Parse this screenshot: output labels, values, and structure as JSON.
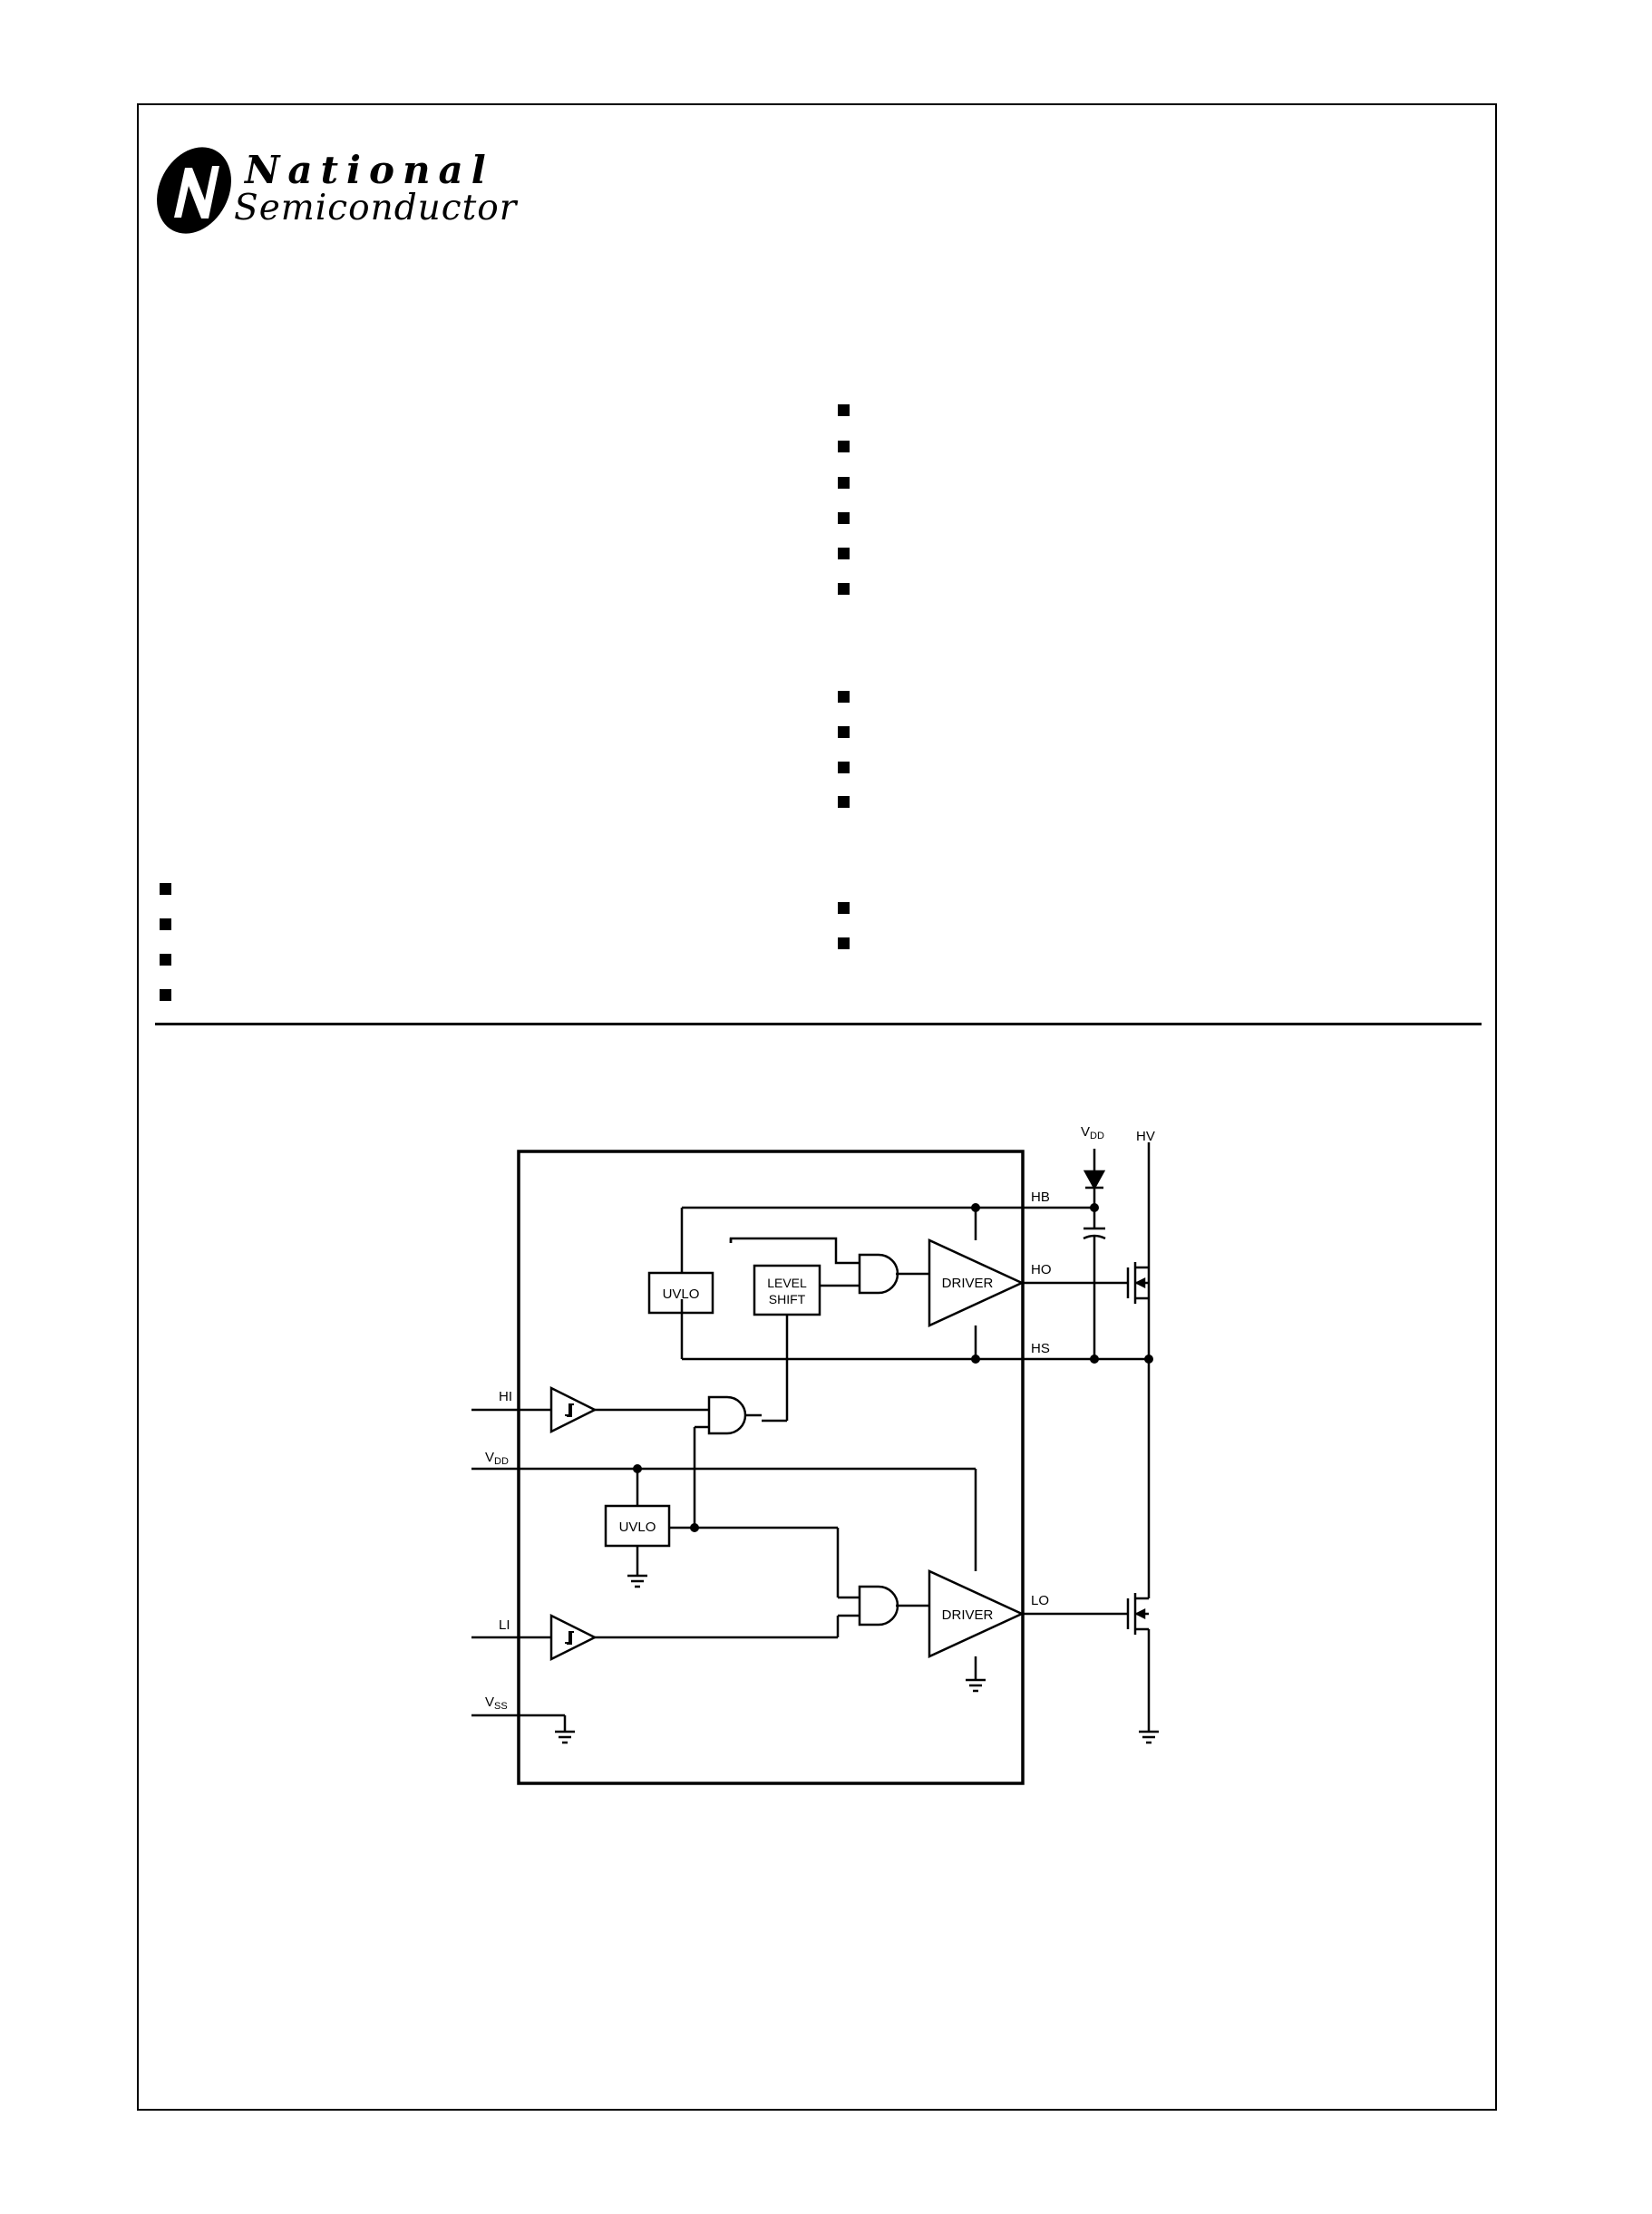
{
  "logo": {
    "line1": "National",
    "line2": "Semiconductor"
  },
  "bullets": {
    "right_group_1_count": 6,
    "right_group_2_count": 4,
    "right_group_3_count": 2,
    "left_group_count": 4
  },
  "diagram": {
    "blocks": {
      "uvlo_high": "UVLO",
      "level_shift_line1": "LEVEL",
      "level_shift_line2": "SHIFT",
      "driver_high": "DRIVER",
      "uvlo_low": "UVLO",
      "driver_low": "DRIVER"
    },
    "pins": {
      "hb": "HB",
      "ho": "HO",
      "hs": "HS",
      "lo": "LO",
      "hi": "HI",
      "li": "LI",
      "vdd_main": "V",
      "vdd_sub": "DD",
      "vss_main": "V",
      "vss_sub": "SS"
    },
    "external": {
      "vdd_main": "V",
      "vdd_sub": "DD",
      "hv": "HV"
    }
  }
}
